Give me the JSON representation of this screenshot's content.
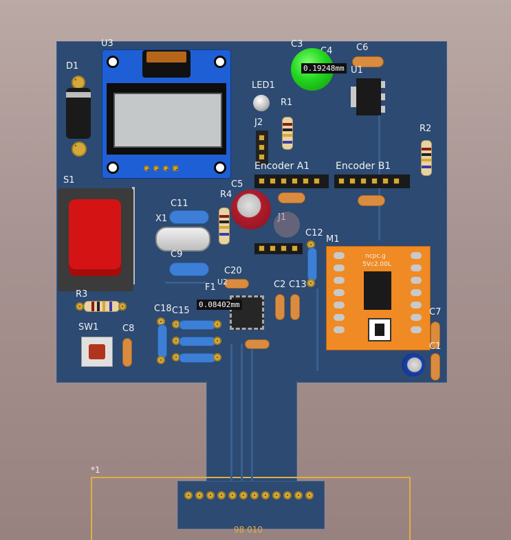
{
  "designators": {
    "u3": "U3",
    "d1": "D1",
    "s1": "S1",
    "c3": "C3",
    "c4": "C4",
    "c6": "C6",
    "u1": "U1",
    "led1": "LED1",
    "r1": "R1",
    "j2": "J2",
    "r2": "R2",
    "c5": "C5",
    "r4": "R4",
    "c11": "C11",
    "x1": "X1",
    "j1": "J1",
    "c12": "C12",
    "m1": "M1",
    "c9": "C9",
    "c20": "C20",
    "u2": "U2",
    "c2": "C2",
    "c13": "C13",
    "f1": "F1",
    "r3": "R3",
    "c18": "C18",
    "c15": "C15",
    "sw1": "SW1",
    "c8": "C8",
    "c7": "C7",
    "c1": "C1",
    "star1": "*1"
  },
  "labels": {
    "encoder_a": "Encoder  A1",
    "encoder_b": "Encoder  B1",
    "bottom_text": "98 010",
    "m1_text1": "ncpc.g",
    "m1_text2": "5Vc2.00L"
  },
  "measurements": {
    "c4_gap": "0.19248mm",
    "f1_gap": "0.08402mm"
  },
  "colors": {
    "board": "#2c4a72",
    "copper": "#d4a83a",
    "silkscreen": "#f2f2f2",
    "oled_pcb": "#1f5fd6",
    "switch_red": "#d41414",
    "led_green": "#22d61f",
    "module_orange": "#f08a24",
    "keepout_outline": "#e0b040"
  }
}
